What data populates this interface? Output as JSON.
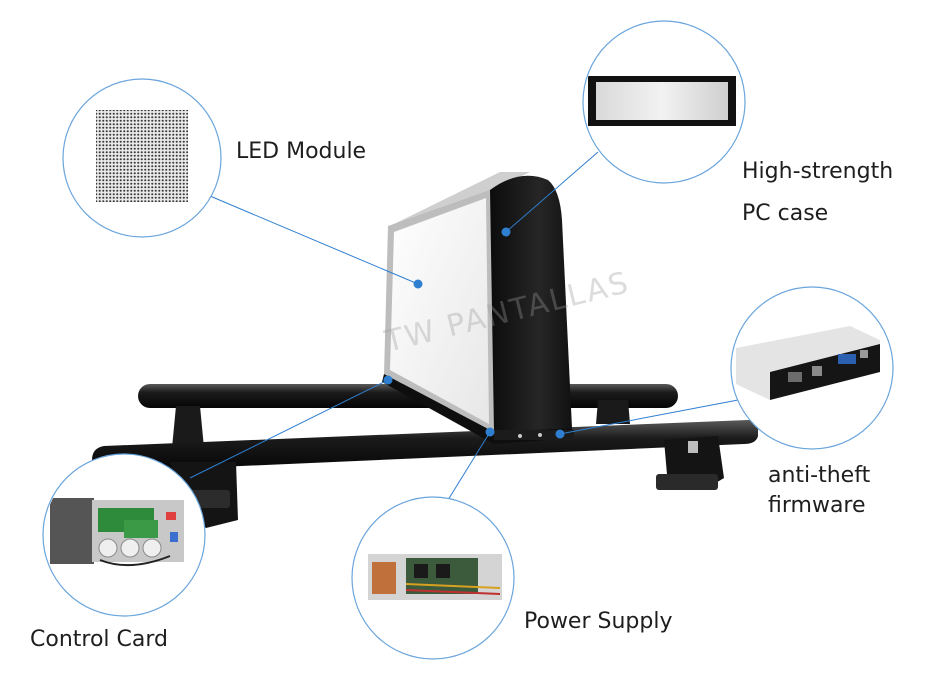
{
  "labels": {
    "led_module": "LED Module",
    "pc_case_line1": "High-strength",
    "pc_case_line2": "PC case",
    "antitheft_line1": "anti-theft",
    "antitheft_line2": "firmware",
    "control_card": "Control Card",
    "power_supply": "Power Supply"
  },
  "watermark": "TW PANTALLAS",
  "colors": {
    "leader_line": "#2f7fd0",
    "callout_ring": "#6aa5dc",
    "frame": "#1a1a1a",
    "panel_white": "#f6f6f6"
  }
}
